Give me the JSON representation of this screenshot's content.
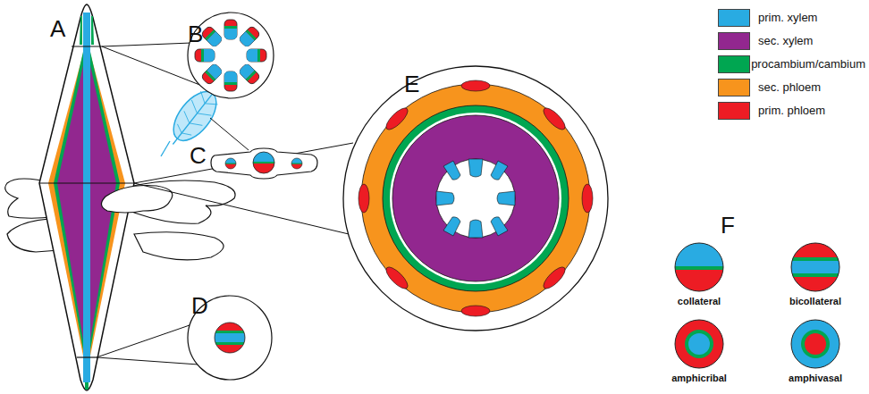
{
  "diagram": {
    "labels": [
      "A",
      "B",
      "C",
      "E",
      "D",
      "F",
      "collateral",
      "bicollateral",
      "amphicribal",
      "amphivasal"
    ],
    "legend": [
      {
        "text": "prim. xylem",
        "color": "#29abe2"
      },
      {
        "text": "sec. xylem",
        "color": "#92278f"
      },
      {
        "text": "procambium/cambium",
        "color": "#00a651"
      },
      {
        "text": "sec. phloem",
        "color": "#f7941d"
      },
      {
        "text": "prim. phloem",
        "color": "#ed1c24"
      }
    ]
  }
}
